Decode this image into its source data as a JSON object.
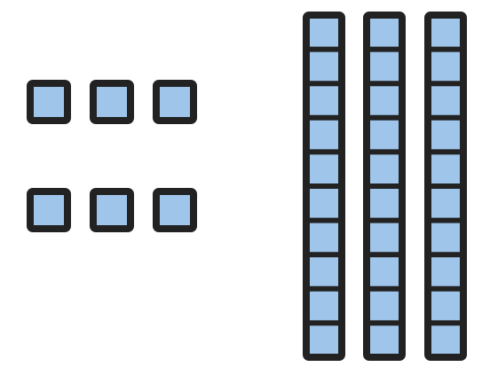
{
  "base_ten_blocks": {
    "tens_rods": 3,
    "units_per_rod": 10,
    "ones_cubes": 6,
    "ones_rows": 2,
    "ones_per_row": 3
  },
  "colors": {
    "block_fill": "#9fc5ea",
    "outline": "#222222",
    "background": "#ffffff"
  }
}
